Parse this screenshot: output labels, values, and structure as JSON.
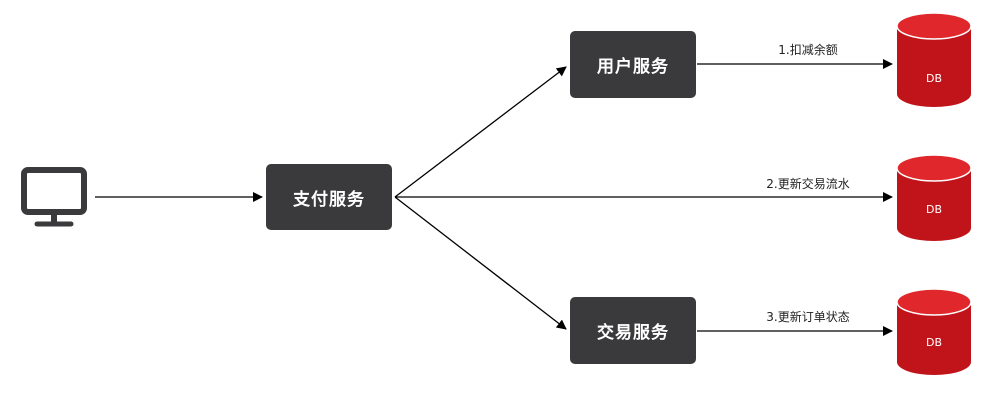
{
  "colors": {
    "service_box": "#3a3a3c",
    "database": "#c0141a",
    "database_top": "#e0282c",
    "arrow": "#000000",
    "monitor": "#3a3a3c"
  },
  "client": {
    "icon": "monitor-icon"
  },
  "services": {
    "payment": "支付服务",
    "user": "用户服务",
    "trade": "交易服务"
  },
  "edges": {
    "deduct": "1.扣减余额",
    "flow": "2.更新交易流水",
    "order": "3.更新订单状态"
  },
  "databases": {
    "user_db": "DB",
    "flow_db": "DB",
    "trade_db": "DB"
  }
}
